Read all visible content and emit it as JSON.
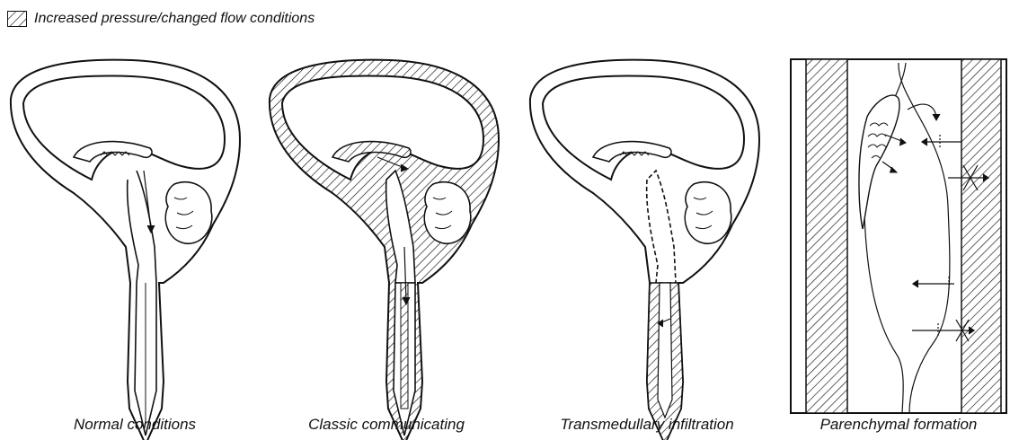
{
  "legend": {
    "label": "Increased pressure/changed flow conditions",
    "swatch": "hatched"
  },
  "panels": [
    {
      "caption": "Normal conditions",
      "hatched_regions": []
    },
    {
      "caption": "Classic communicating",
      "hatched_regions": [
        "subarachnoid-space",
        "ventricles",
        "central-canal"
      ]
    },
    {
      "caption": "Transmedullary infiltration",
      "hatched_regions": [
        "spinal-cord-parenchyma"
      ]
    },
    {
      "caption": "Parenchymal formation",
      "hatched_regions": [
        "subarachnoid-space"
      ]
    }
  ],
  "colors": {
    "ink": "#111111",
    "paper": "#ffffff"
  }
}
